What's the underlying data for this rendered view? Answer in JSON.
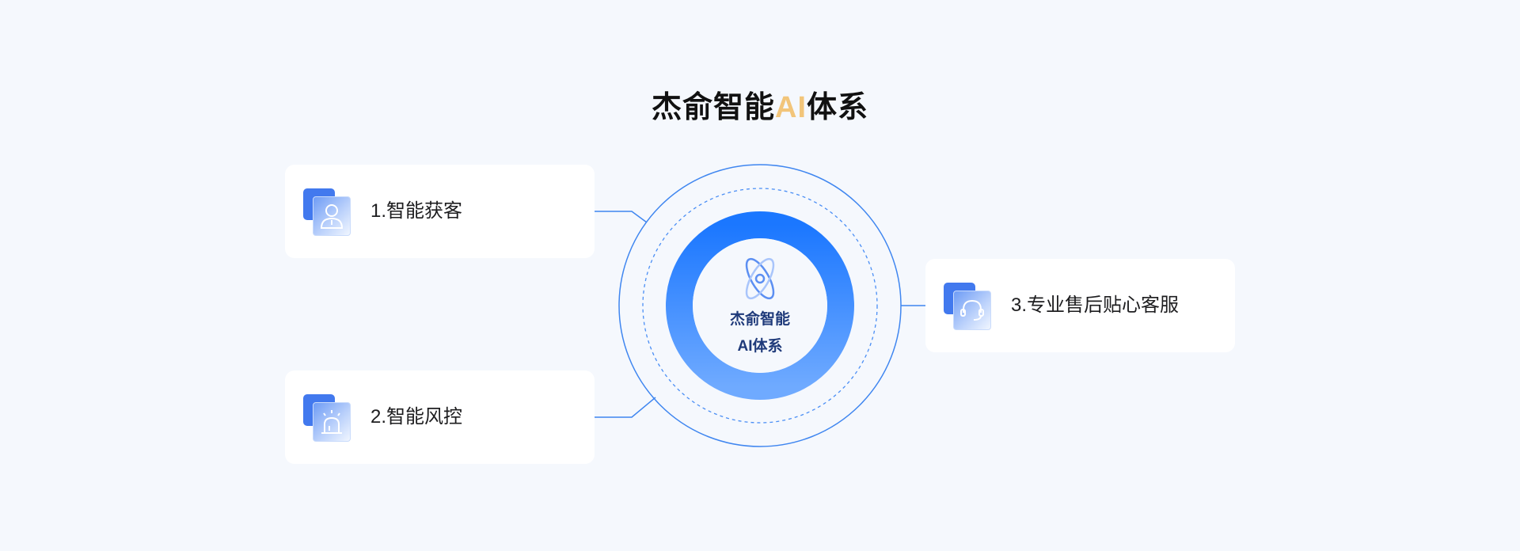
{
  "title": {
    "main": "杰俞智能",
    "accent": "AI",
    "suffix": "体系"
  },
  "center": {
    "line1": "杰俞智能",
    "line2": "AI体系",
    "icon": "atom-icon"
  },
  "items": [
    {
      "label": "1.智能获客",
      "icon": "user-icon"
    },
    {
      "label": "2.智能风控",
      "icon": "alarm-icon"
    },
    {
      "label": "3.专业售后贴心客服",
      "icon": "headset-icon"
    }
  ],
  "colors": {
    "accent": "#f2c57a",
    "primary": "#1b77ff",
    "line": "#3f86f0"
  }
}
